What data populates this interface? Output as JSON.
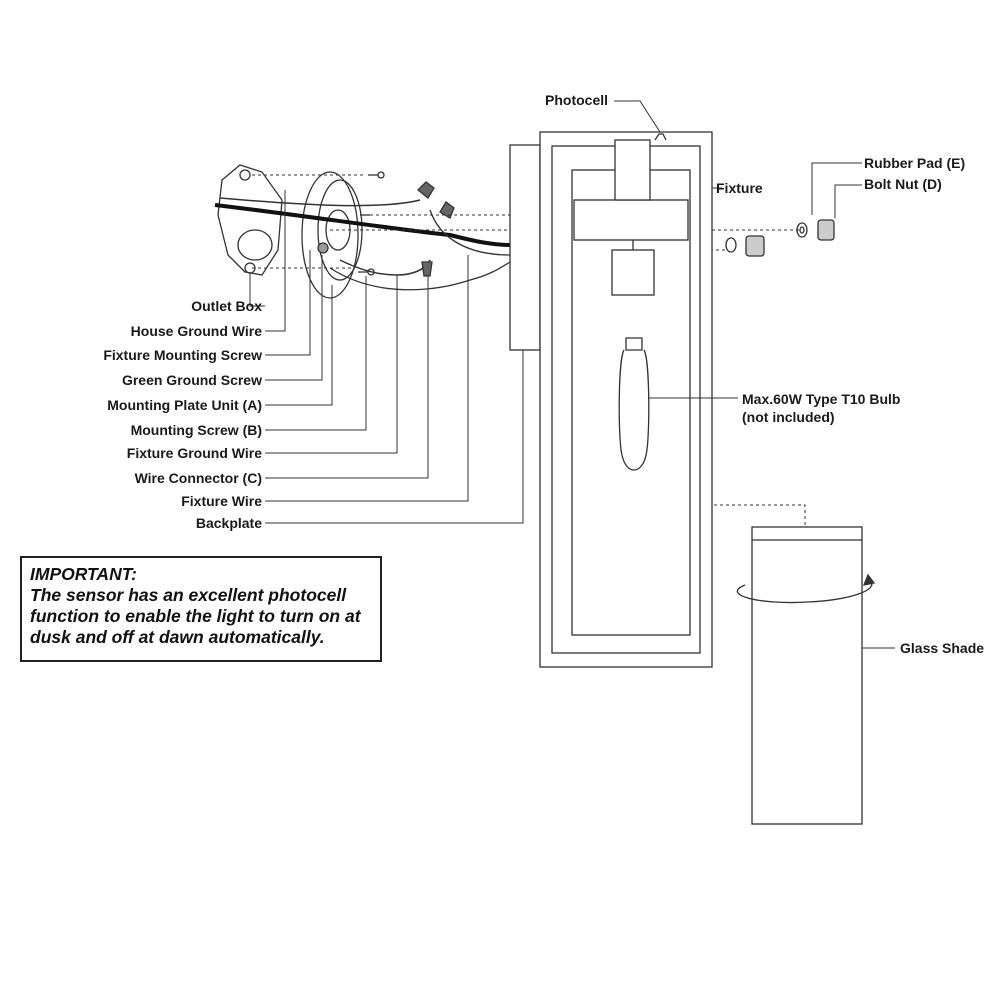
{
  "labels": {
    "photocell": "Photocell",
    "fixture": "Fixture",
    "rubber_pad": "Rubber Pad (E)",
    "bolt_nut": "Bolt Nut (D)",
    "outlet_box": "Outlet Box",
    "house_ground_wire": "House Ground Wire",
    "fixture_mounting_screw": "Fixture Mounting Screw",
    "green_ground_screw": "Green Ground Screw",
    "mounting_plate": "Mounting Plate Unit (A)",
    "mounting_screw": "Mounting Screw (B)",
    "fixture_ground_wire": "Fixture Ground Wire",
    "wire_connector": "Wire Connector (C)",
    "fixture_wire": "Fixture Wire",
    "backplate": "Backplate",
    "bulb_line1": "Max.60W Type T10 Bulb",
    "bulb_line2": "(not included)",
    "glass_shade": "Glass Shade"
  },
  "note": {
    "title": "IMPORTANT:",
    "body": "The sensor has an excellent photocell function to enable the light to turn on at dusk and off at dawn automatically."
  }
}
